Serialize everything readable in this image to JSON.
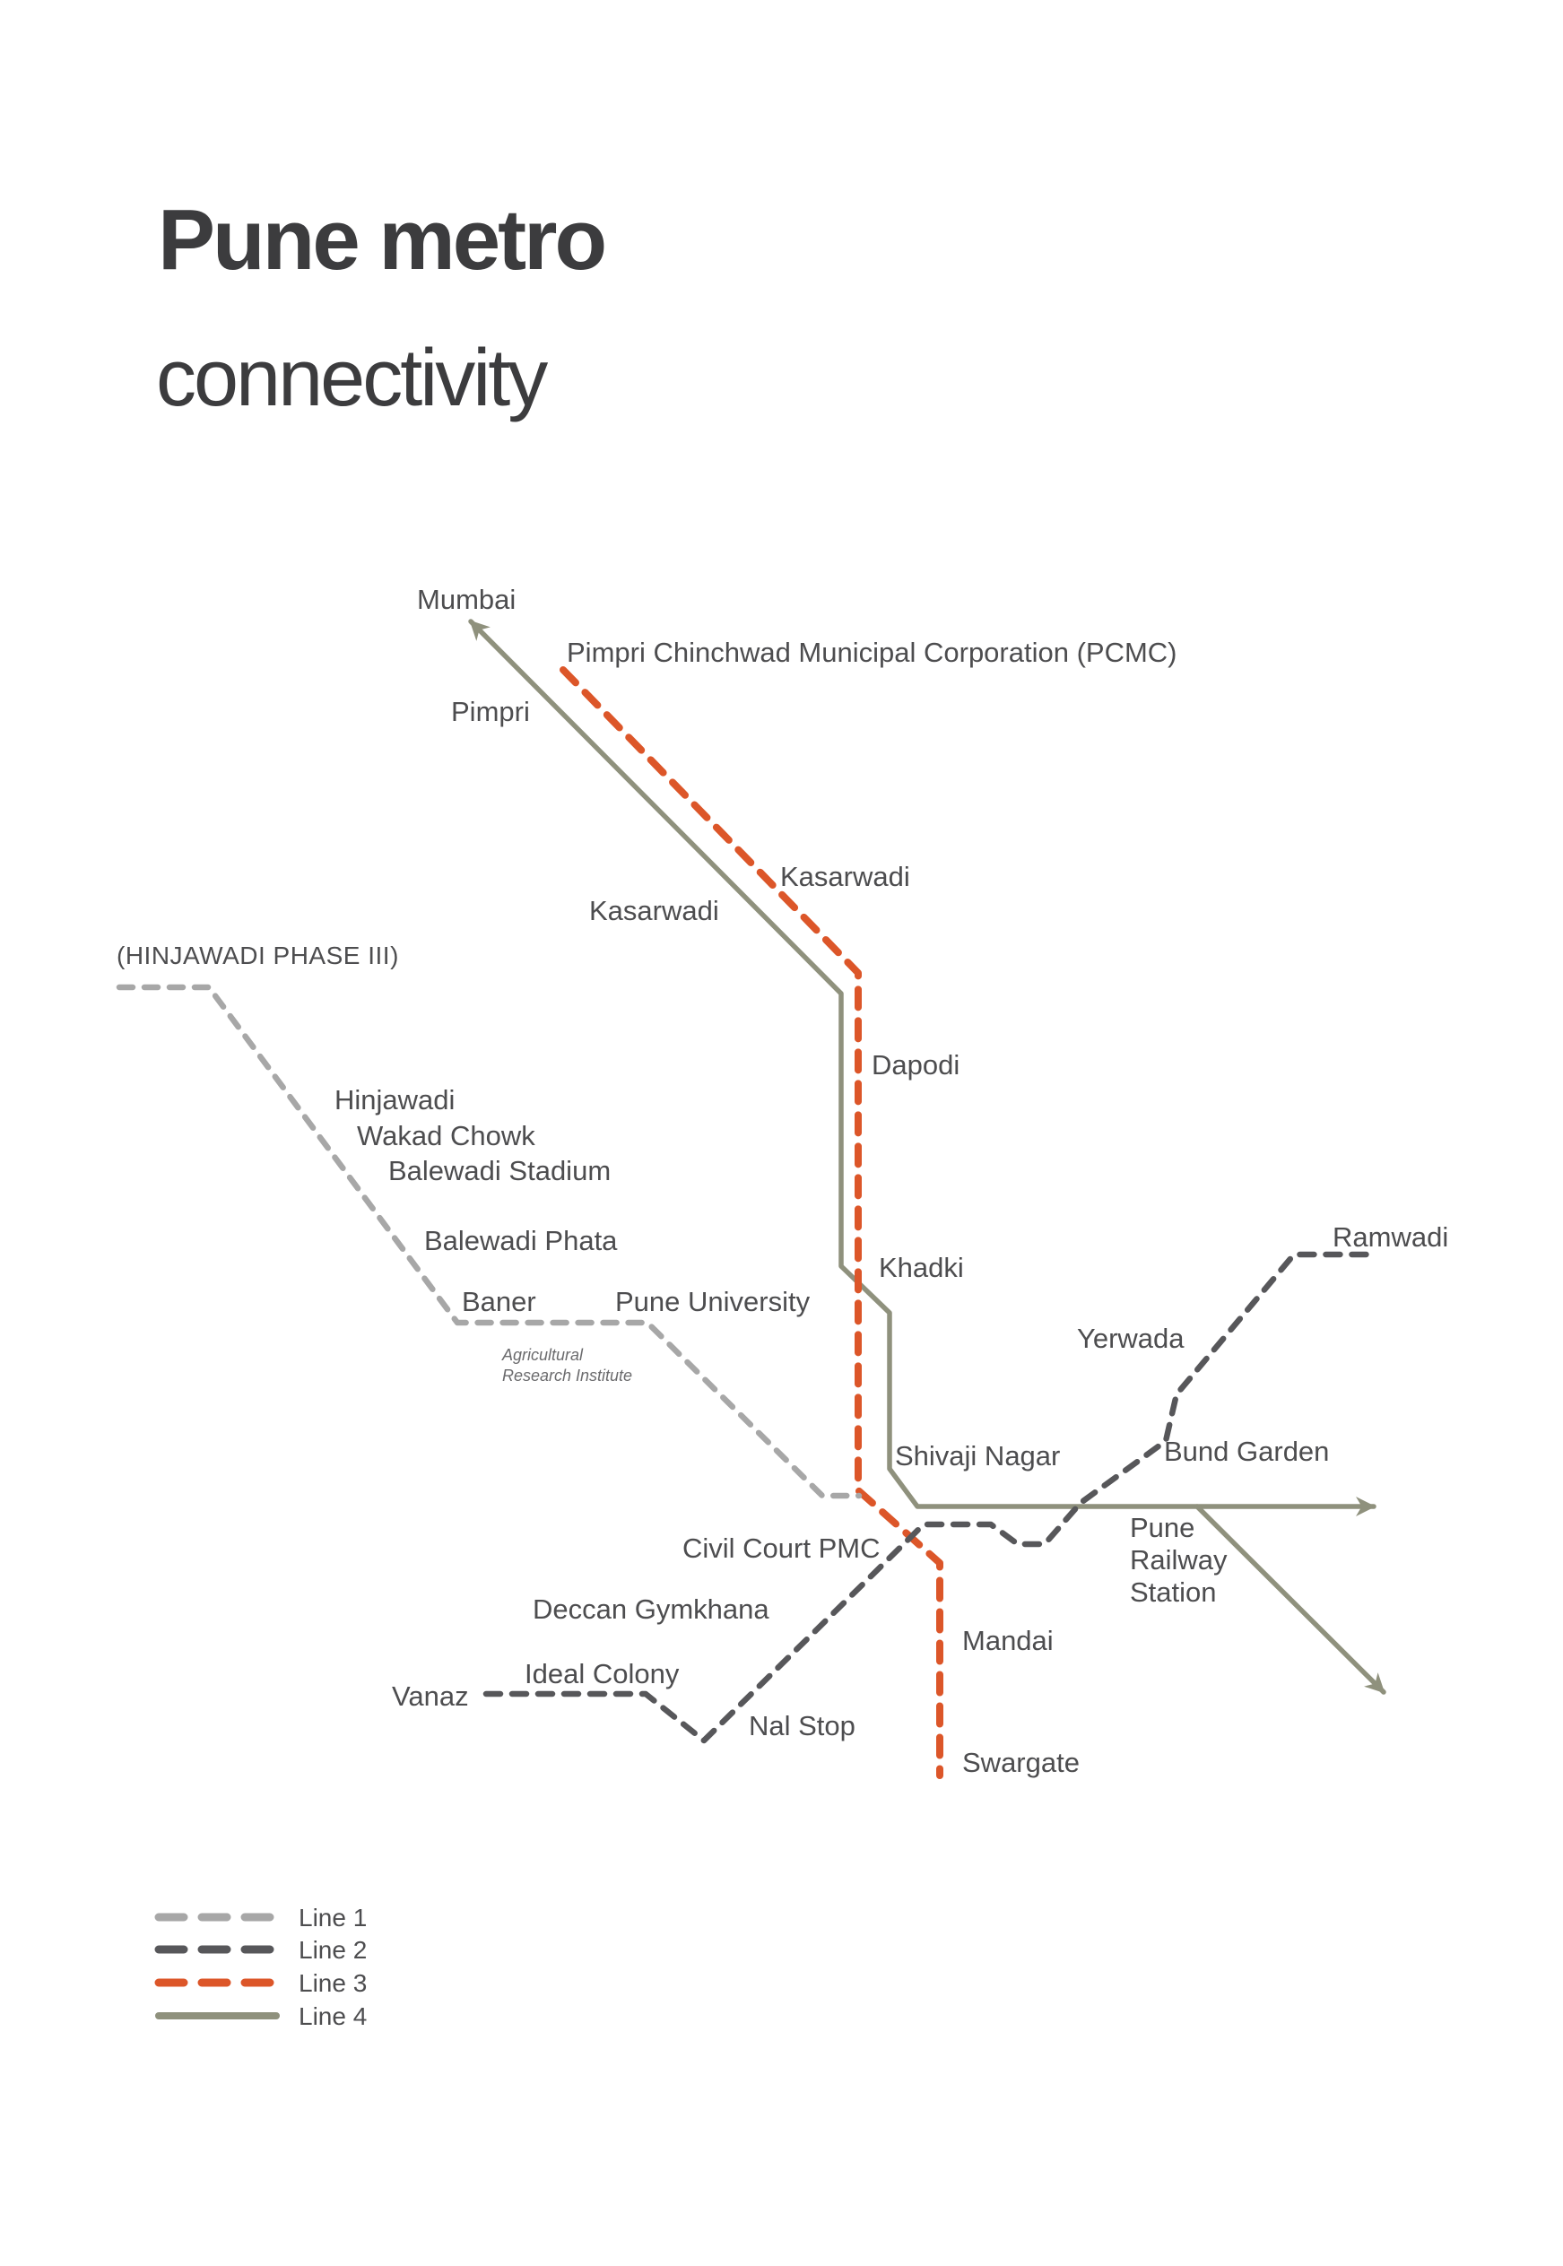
{
  "title": {
    "heading": "Pune metro",
    "subheading": "connectivity"
  },
  "colors": {
    "line1": "#A7A7A7",
    "line2": "#57575A",
    "line3": "#DC5629",
    "line4": "#8F917D",
    "text": "#4D4D4F",
    "title": "#3C3C3E",
    "bg": "#FFFFFF"
  },
  "stations": {
    "mumbai": {
      "label": "Mumbai"
    },
    "pcmc": {
      "label": "Pimpri Chinchwad Municipal Corporation (PCMC)"
    },
    "pimpri": {
      "label": "Pimpri"
    },
    "kasarwadi_line3": {
      "label": "Kasarwadi"
    },
    "kasarwadi_line4": {
      "label": "Kasarwadi"
    },
    "hinjawadi_phase3": {
      "label": "(HINJAWADI PHASE III)"
    },
    "dapodi": {
      "label": "Dapodi"
    },
    "hinjawadi": {
      "label": "Hinjawadi"
    },
    "wakad_chowk": {
      "label": "Wakad Chowk"
    },
    "balewadi_stadium": {
      "label": "Balewadi Stadium"
    },
    "balewadi_phata": {
      "label": "Balewadi Phata"
    },
    "ramwadi": {
      "label": "Ramwadi"
    },
    "khadki": {
      "label": "Khadki"
    },
    "baner": {
      "label": "Baner"
    },
    "pune_university": {
      "label": "Pune University"
    },
    "yerwada": {
      "label": "Yerwada"
    },
    "agricultural_research_institute": {
      "line1": "Agricultural",
      "line2": "Research Institute"
    },
    "shivaji_nagar": {
      "label": "Shivaji Nagar"
    },
    "bund_garden": {
      "label": "Bund Garden"
    },
    "civil_court_pmc": {
      "label": "Civil Court PMC"
    },
    "pune_railway_station": {
      "line1": "Pune",
      "line2": "Railway",
      "line3": "Station"
    },
    "deccan_gymkhana": {
      "label": "Deccan Gymkhana"
    },
    "mandai": {
      "label": "Mandai"
    },
    "ideal_colony": {
      "label": "Ideal Colony"
    },
    "vanaz": {
      "label": "Vanaz"
    },
    "nal_stop": {
      "label": "Nal Stop"
    },
    "swargate": {
      "label": "Swargate"
    }
  },
  "legend": {
    "items": [
      {
        "label": "Line 1"
      },
      {
        "label": "Line 2"
      },
      {
        "label": "Line 3"
      },
      {
        "label": "Line 4"
      }
    ]
  }
}
